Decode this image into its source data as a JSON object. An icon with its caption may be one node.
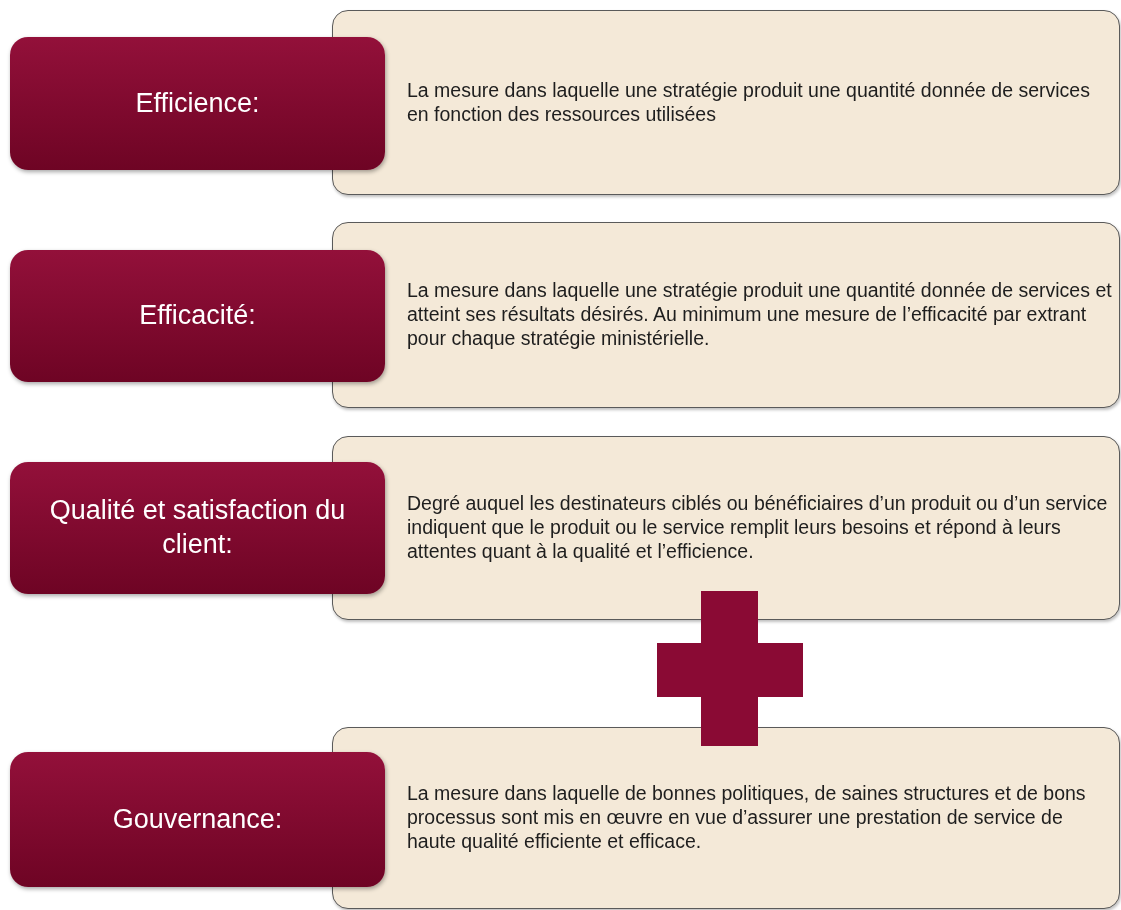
{
  "diagram": {
    "nodes": [
      {
        "text": [
          "Efficience:"
        ]
      },
      {
        "text": [
          "La mesure dans laquelle une stratégie produit une quantité donnée de services en fonction des ressources utilisées"
        ]
      },
      {
        "text": [
          "Efficacité:"
        ]
      },
      {
        "text": [
          "La mesure dans laquelle une stratégie produit une quantité donnée de services et atteint ses résultats désirés. Au minimum une mesure de l’efficacité par extrant pour chaque stratégie ministérielle."
        ]
      },
      {
        "text": [
          "Qualité et satisfaction du client:"
        ]
      },
      {
        "text": [
          "Degré auquel les destinateurs ciblés ou bénéficiaires d’un produit ou d’un service indiquent que le produit ou le service remplit leurs besoins et répond à leurs attentes quant à la qualité et l’efficience."
        ]
      },
      {
        "text": [
          "Gouvernance:"
        ]
      },
      {
        "text": [
          "La mesure dans laquelle de bonnes politiques, de saines structures et de bons processus sont mis en œuvre en vue d’assurer une prestation de service de haute qualité efficiente et efficace."
        ]
      }
    ]
  }
}
